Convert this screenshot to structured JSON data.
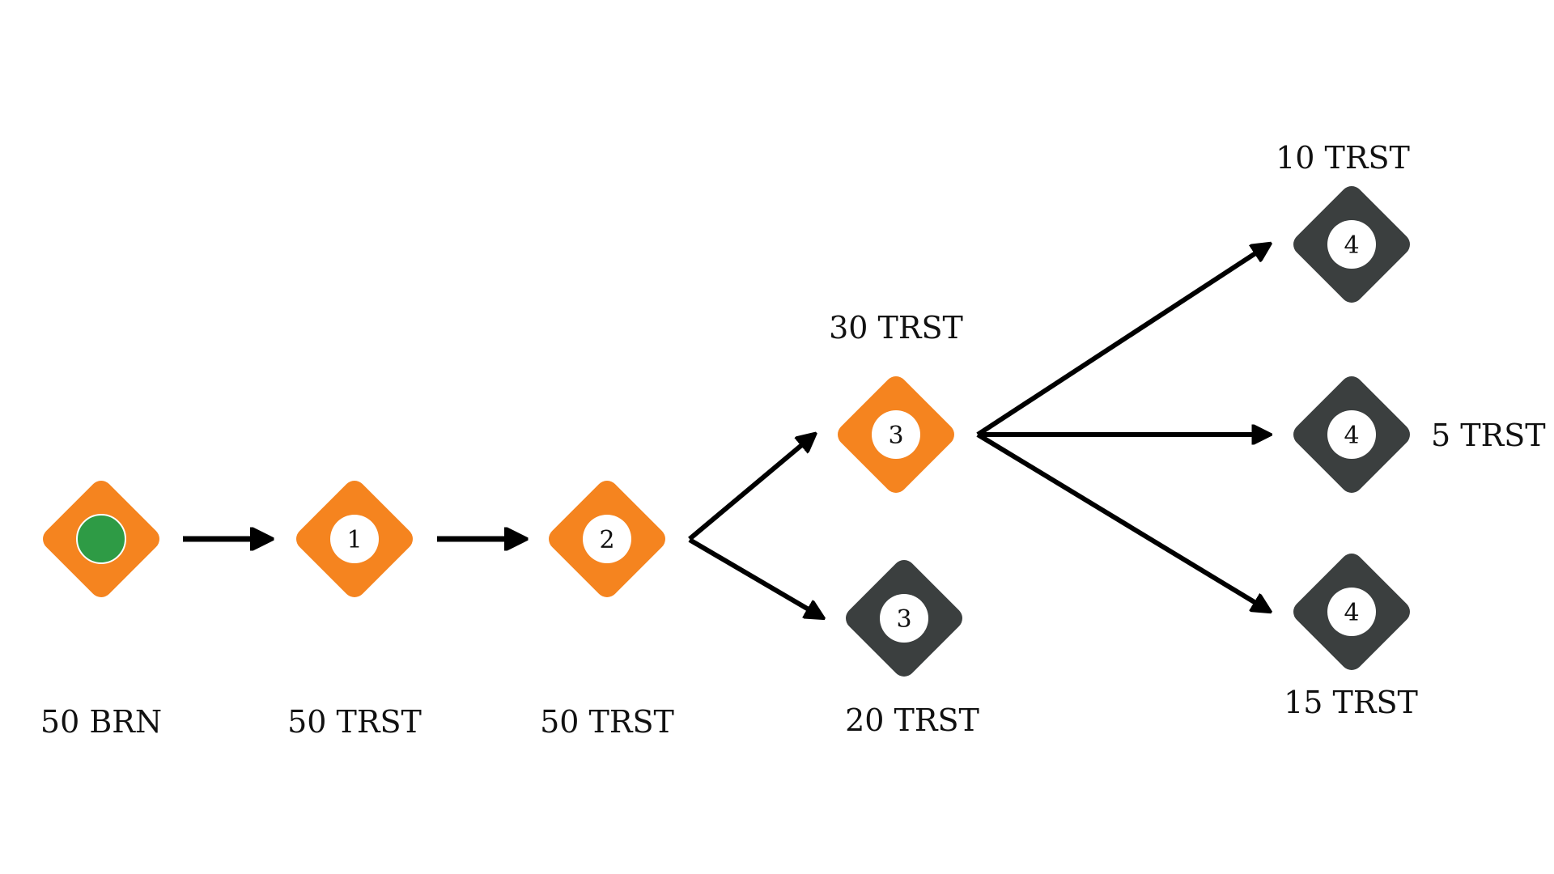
{
  "colors": {
    "active": "#f5841f",
    "inactive": "#3b3f3f",
    "origin_dot": "#2e9b45",
    "arrow": "#000000",
    "inner_circle": "#ffffff"
  },
  "nodes": {
    "origin": {
      "state": "active",
      "marker": "green-dot",
      "label": "50 BRN"
    },
    "step1": {
      "state": "active",
      "number": "1",
      "label": "50 TRST"
    },
    "step2": {
      "state": "active",
      "number": "2",
      "label": "50 TRST"
    },
    "step3a": {
      "state": "active",
      "number": "3",
      "label": "30 TRST"
    },
    "step3b": {
      "state": "inactive",
      "number": "3",
      "label": "20 TRST"
    },
    "step4a": {
      "state": "inactive",
      "number": "4",
      "label": "10 TRST"
    },
    "step4b": {
      "state": "inactive",
      "number": "4",
      "label": "5 TRST"
    },
    "step4c": {
      "state": "inactive",
      "number": "4",
      "label": "15 TRST"
    }
  },
  "edges": [
    {
      "from": "origin",
      "to": "step1"
    },
    {
      "from": "step1",
      "to": "step2"
    },
    {
      "from": "step2",
      "to": "step3a"
    },
    {
      "from": "step2",
      "to": "step3b"
    },
    {
      "from": "step3a",
      "to": "step4a"
    },
    {
      "from": "step3a",
      "to": "step4b"
    },
    {
      "from": "step3a",
      "to": "step4c"
    }
  ]
}
